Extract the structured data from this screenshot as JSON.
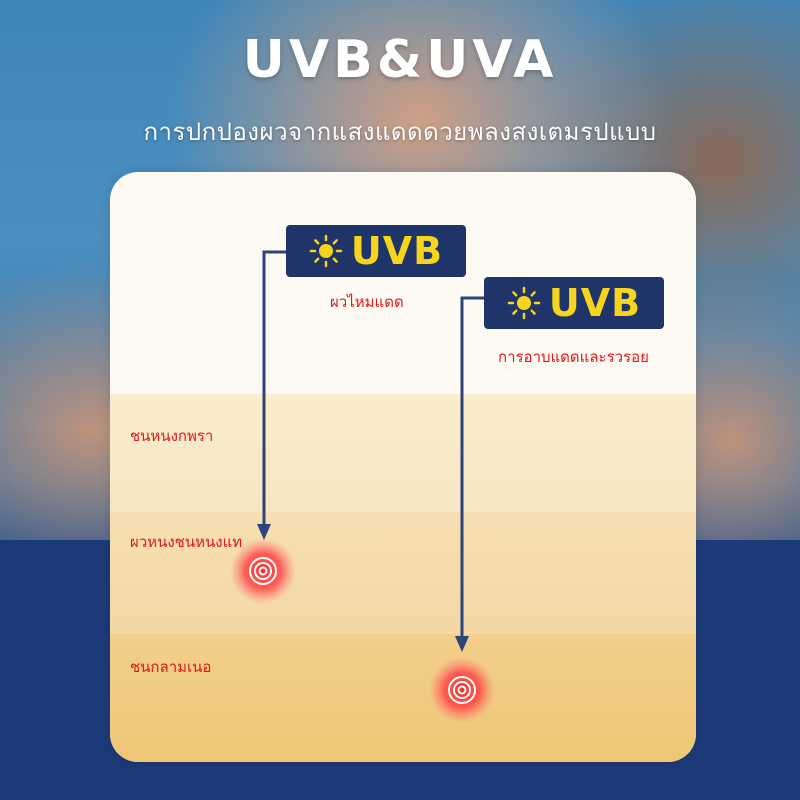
{
  "header": {
    "title": "UVB&UVA",
    "subtitle": "การปกปองผวจากแสงแดดดวยพลงสงเตมรปแบบ"
  },
  "rays": [
    {
      "label": "UVB",
      "caption": "ผวไหมแดด",
      "icon": "sun-icon"
    },
    {
      "label": "UVB",
      "caption": "การอาบแดดและรวรอย",
      "icon": "sun-icon"
    }
  ],
  "skin_layers": [
    {
      "label": "ชนหนงกพรา"
    },
    {
      "label": "ผวหนงชนหนงแท"
    },
    {
      "label": "ชนกลามเนอ"
    }
  ],
  "colors": {
    "badge_bg": "#1f3569",
    "badge_text": "#f7d51d",
    "label_red": "#e01818",
    "arrow": "#2c4478",
    "impact": "#ff3b3b"
  }
}
